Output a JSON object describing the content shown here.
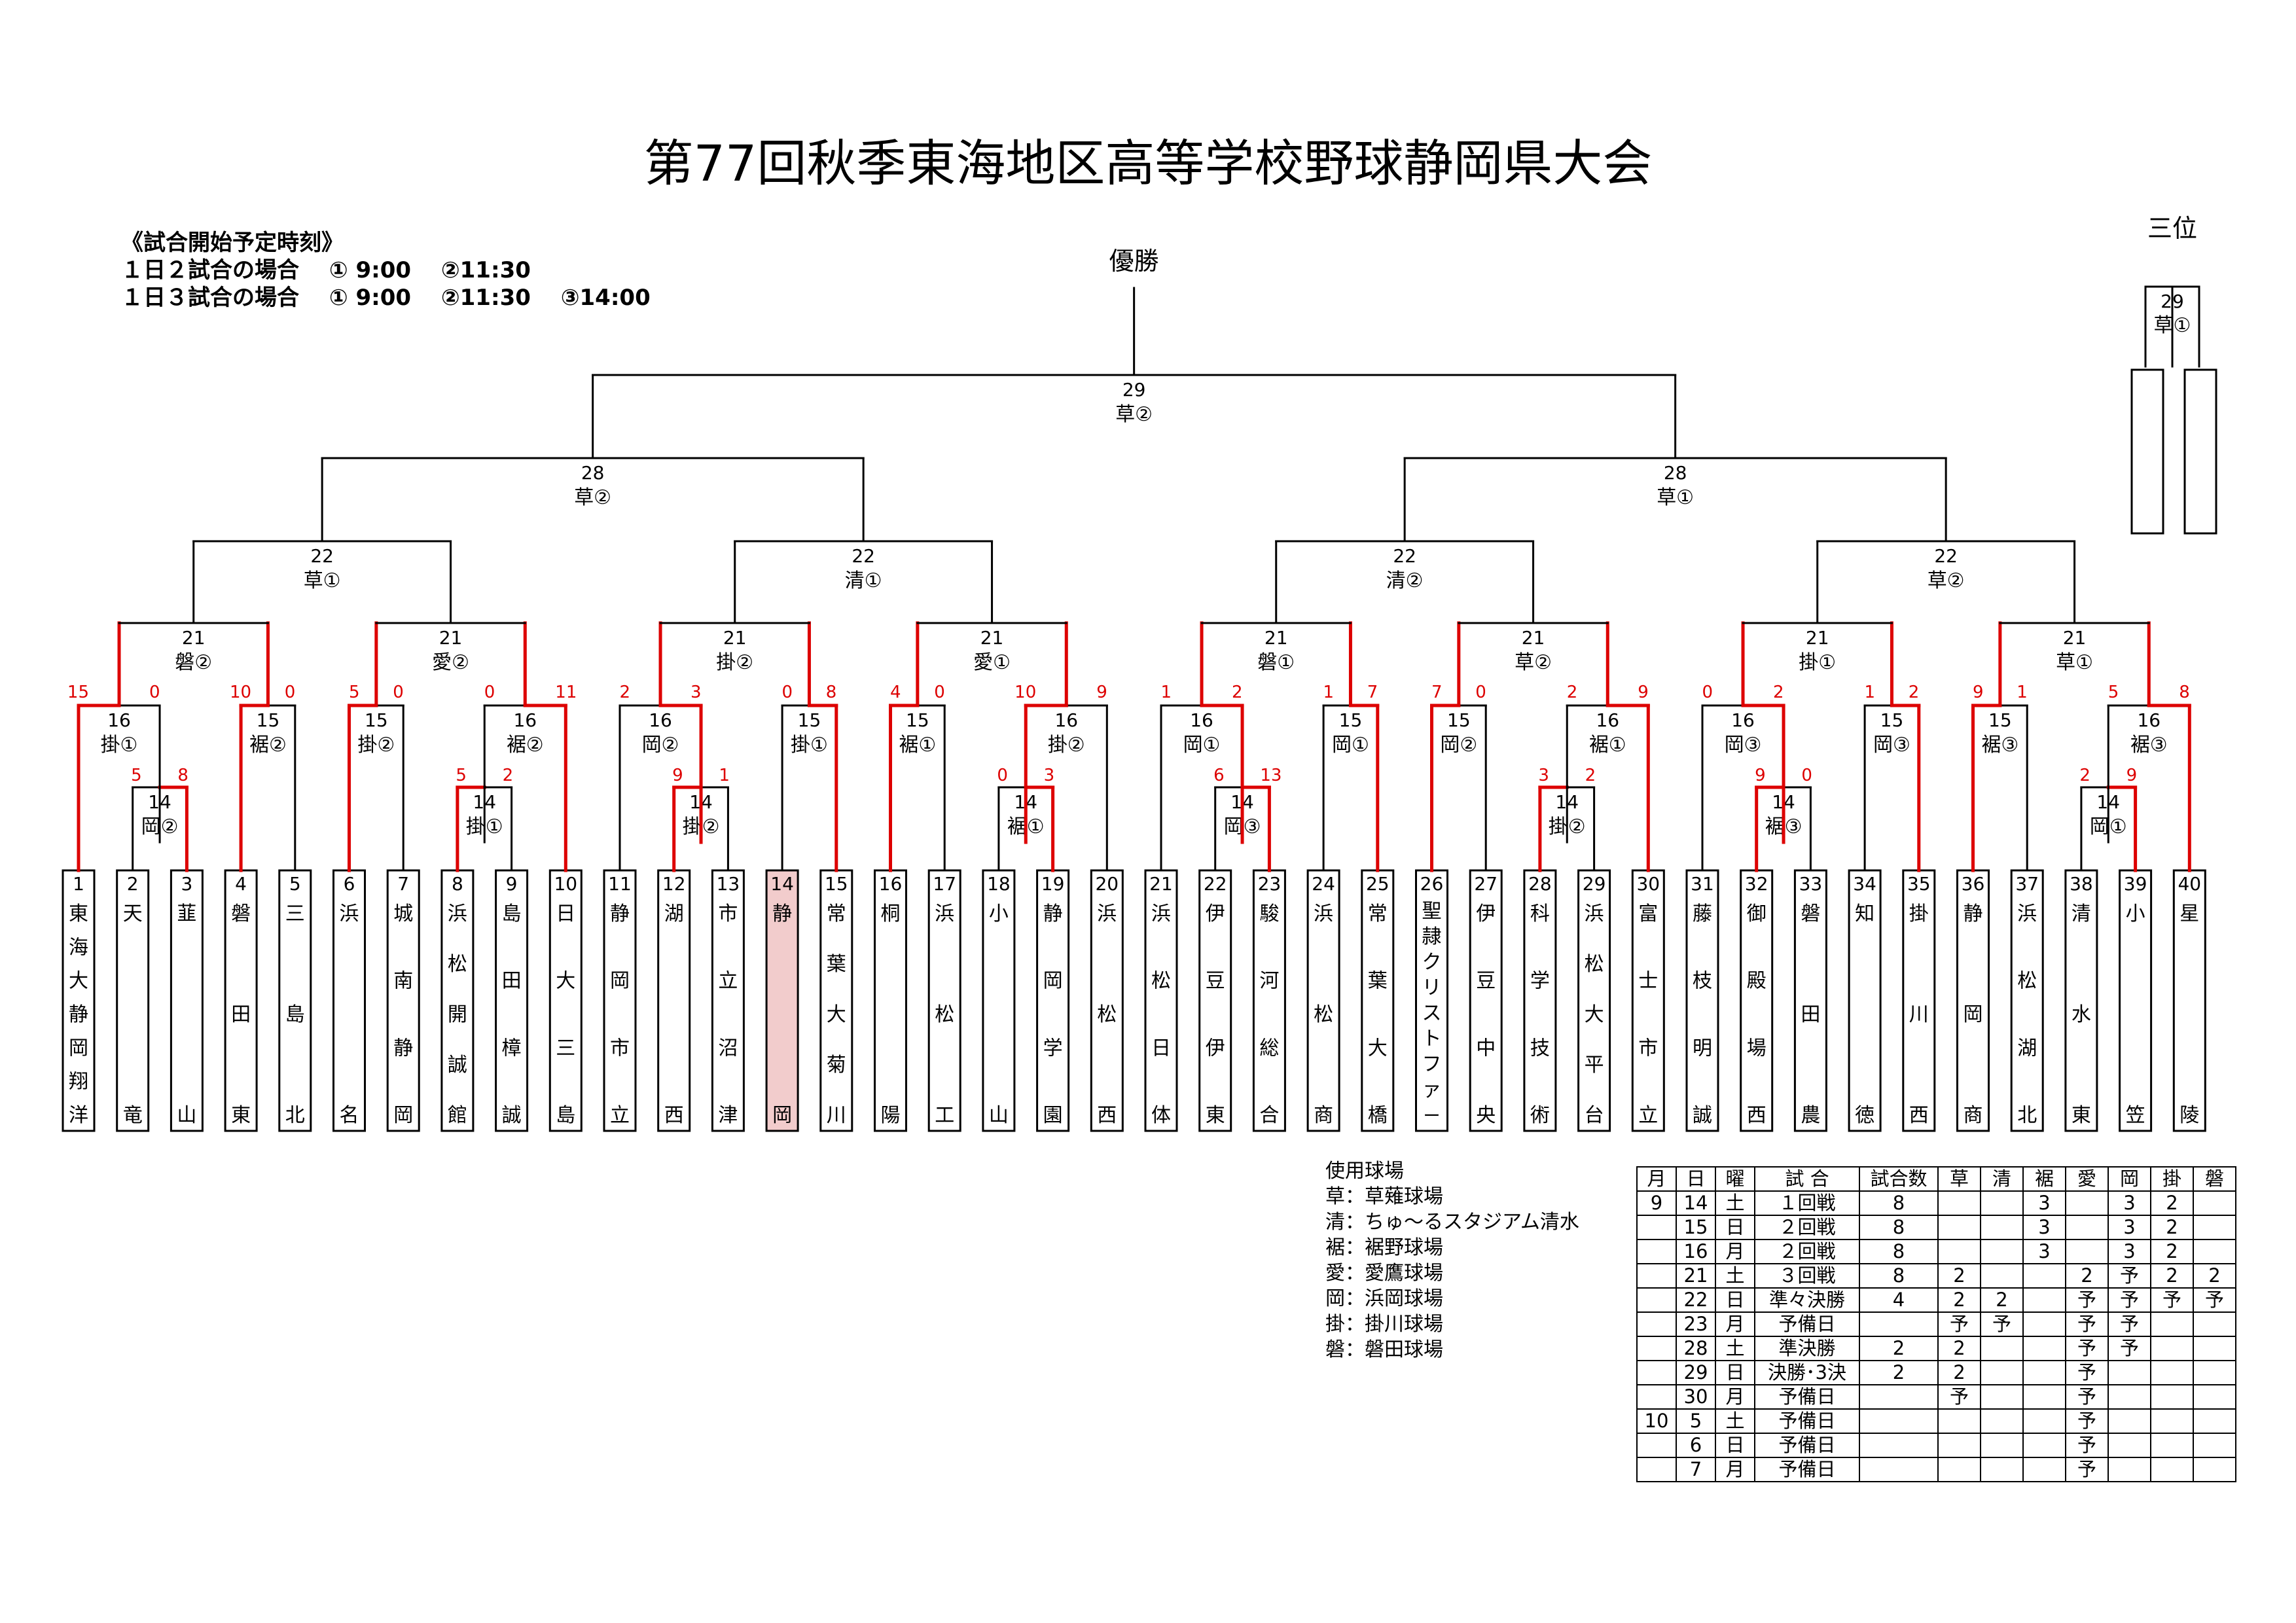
{
  "title": "第77回秋季東海地区高等学校野球静岡県大会",
  "schedule_note": {
    "heading": "《試合開始予定時刻》",
    "line1": "１日２試合の場合　 ① 9:00　 ②11:30",
    "line2": "１日３試合の場合　 ① 9:00　 ②11:30　 ③14:00"
  },
  "champion_label": "優勝",
  "third_label": "三位",
  "teams": [
    {
      "no": "1",
      "name": "東海大静岡翔洋"
    },
    {
      "no": "2",
      "name": "天竜"
    },
    {
      "no": "3",
      "name": "韮山"
    },
    {
      "no": "4",
      "name": "磐田東"
    },
    {
      "no": "5",
      "name": "三島北"
    },
    {
      "no": "6",
      "name": "浜名"
    },
    {
      "no": "7",
      "name": "城南静岡"
    },
    {
      "no": "8",
      "name": "浜松開誠館"
    },
    {
      "no": "9",
      "name": "島田樟誠"
    },
    {
      "no": "10",
      "name": "日大三島"
    },
    {
      "no": "11",
      "name": "静岡市立"
    },
    {
      "no": "12",
      "name": "湖西"
    },
    {
      "no": "13",
      "name": "市立沼津"
    },
    {
      "no": "14",
      "name": "静岡"
    },
    {
      "no": "15",
      "name": "常葉大菊川"
    },
    {
      "no": "16",
      "name": "桐陽"
    },
    {
      "no": "17",
      "name": "浜松工"
    },
    {
      "no": "18",
      "name": "小山"
    },
    {
      "no": "19",
      "name": "静岡学園"
    },
    {
      "no": "20",
      "name": "浜松西"
    },
    {
      "no": "21",
      "name": "浜松日体"
    },
    {
      "no": "22",
      "name": "伊豆伊東"
    },
    {
      "no": "23",
      "name": "駿河総合"
    },
    {
      "no": "24",
      "name": "浜松商"
    },
    {
      "no": "25",
      "name": "常葉大橋"
    },
    {
      "no": "26",
      "name": "聖隷クリストファー"
    },
    {
      "no": "27",
      "name": "伊豆中央"
    },
    {
      "no": "28",
      "name": "科学技術"
    },
    {
      "no": "29",
      "name": "浜松大平台"
    },
    {
      "no": "30",
      "name": "富士市立"
    },
    {
      "no": "31",
      "name": "藤枝明誠"
    },
    {
      "no": "32",
      "name": "御殿場西"
    },
    {
      "no": "33",
      "name": "磐田農"
    },
    {
      "no": "34",
      "name": "知徳"
    },
    {
      "no": "35",
      "name": "掛川西"
    },
    {
      "no": "36",
      "name": "静岡商"
    },
    {
      "no": "37",
      "name": "浜松湖北"
    },
    {
      "no": "38",
      "name": "清水東"
    },
    {
      "no": "39",
      "name": "小笠"
    },
    {
      "no": "40",
      "name": "星陵"
    }
  ],
  "highlight_team": "14",
  "matches": {
    "r14": [
      {
        "date": "14",
        "venue": "岡②",
        "top": "5",
        "bot": "8",
        "w": "bot"
      },
      {
        "date": "14",
        "venue": "掛①",
        "top": "5",
        "bot": "2",
        "w": "top"
      },
      {
        "date": "14",
        "venue": "掛②",
        "top": "9",
        "bot": "1",
        "w": "top"
      },
      {
        "date": "14",
        "venue": "裾①",
        "top": "0",
        "bot": "3",
        "w": "bot"
      },
      {
        "date": "14",
        "venue": "岡③",
        "top": "6",
        "bot": "13",
        "w": "bot"
      },
      {
        "date": "14",
        "venue": "掛②",
        "top": "3",
        "bot": "2",
        "w": "top"
      },
      {
        "date": "14",
        "venue": "裾③",
        "top": "9",
        "bot": "0",
        "w": "top"
      },
      {
        "date": "14",
        "venue": "岡①",
        "top": "2",
        "bot": "9",
        "w": "bot"
      }
    ],
    "r2": [
      {
        "date": "16",
        "venue": "掛①",
        "top": "15",
        "bot": "0",
        "w": "top"
      },
      {
        "date": "15",
        "venue": "裾②",
        "top": "10",
        "bot": "0",
        "w": "top"
      },
      {
        "date": "15",
        "venue": "掛②",
        "top": "5",
        "bot": "0",
        "w": "top"
      },
      {
        "date": "16",
        "venue": "裾②",
        "top": "0",
        "bot": "11",
        "w": "bot"
      },
      {
        "date": "16",
        "venue": "岡②",
        "top": "2",
        "bot": "3",
        "w": "bot"
      },
      {
        "date": "15",
        "venue": "掛①",
        "top": "0",
        "bot": "8",
        "w": "bot"
      },
      {
        "date": "15",
        "venue": "裾①",
        "top": "4",
        "bot": "0",
        "w": "top"
      },
      {
        "date": "16",
        "venue": "掛②",
        "top": "10",
        "bot": "9",
        "w": "top"
      },
      {
        "date": "16",
        "venue": "岡①",
        "top": "1",
        "bot": "2",
        "w": "bot"
      },
      {
        "date": "15",
        "venue": "岡①",
        "top": "1",
        "bot": "7",
        "w": "bot"
      },
      {
        "date": "15",
        "venue": "岡②",
        "top": "7",
        "bot": "0",
        "w": "top"
      },
      {
        "date": "16",
        "venue": "裾①",
        "top": "2",
        "bot": "9",
        "w": "bot"
      },
      {
        "date": "16",
        "venue": "岡③",
        "top": "0",
        "bot": "2",
        "w": "bot"
      },
      {
        "date": "15",
        "venue": "岡③",
        "top": "1",
        "bot": "2",
        "w": "bot"
      },
      {
        "date": "15",
        "venue": "裾③",
        "top": "9",
        "bot": "1",
        "w": "top"
      },
      {
        "date": "16",
        "venue": "裾③",
        "top": "5",
        "bot": "8",
        "w": "bot"
      }
    ],
    "r3": [
      {
        "date": "21",
        "venue": "磐②"
      },
      {
        "date": "21",
        "venue": "愛②"
      },
      {
        "date": "21",
        "venue": "掛②"
      },
      {
        "date": "21",
        "venue": "愛①"
      },
      {
        "date": "21",
        "venue": "磐①"
      },
      {
        "date": "21",
        "venue": "草②"
      },
      {
        "date": "21",
        "venue": "掛①"
      },
      {
        "date": "21",
        "venue": "草①"
      }
    ],
    "qf": [
      {
        "date": "22",
        "venue": "草①"
      },
      {
        "date": "22",
        "venue": "清①"
      },
      {
        "date": "22",
        "venue": "清②"
      },
      {
        "date": "22",
        "venue": "草②"
      }
    ],
    "sf": [
      {
        "date": "28",
        "venue": "草②"
      },
      {
        "date": "28",
        "venue": "草①"
      }
    ],
    "final": {
      "date": "29",
      "venue": "草②"
    },
    "third": {
      "date": "29",
      "venue": "草①"
    }
  },
  "legend": {
    "heading": "使用球場",
    "items": [
      "草：草薙球場",
      "清：ちゅ～るスタジアム清水",
      "裾：裾野球場",
      "愛：愛鷹球場",
      "岡：浜岡球場",
      "掛：掛川球場",
      "磐：磐田球場"
    ]
  },
  "schedule_table": {
    "header": [
      "月",
      "日",
      "曜",
      "試 合",
      "試合数",
      "草",
      "清",
      "裾",
      "愛",
      "岡",
      "掛",
      "磐"
    ],
    "rows": [
      [
        "9",
        "14",
        "土",
        "１回戦",
        "8",
        "",
        "",
        "3",
        "",
        "3",
        "2",
        ""
      ],
      [
        "",
        "15",
        "日",
        "２回戦",
        "8",
        "",
        "",
        "3",
        "",
        "3",
        "2",
        ""
      ],
      [
        "",
        "16",
        "月",
        "２回戦",
        "8",
        "",
        "",
        "3",
        "",
        "3",
        "2",
        ""
      ],
      [
        "",
        "21",
        "土",
        "３回戦",
        "8",
        "2",
        "",
        "",
        "2",
        "予",
        "2",
        "2"
      ],
      [
        "",
        "22",
        "日",
        "準々決勝",
        "4",
        "2",
        "2",
        "",
        "予",
        "予",
        "予",
        "予"
      ],
      [
        "",
        "23",
        "月",
        "予備日",
        "",
        "予",
        "予",
        "",
        "予",
        "予",
        "",
        ""
      ],
      [
        "",
        "28",
        "土",
        "準決勝",
        "2",
        "2",
        "",
        "",
        "予",
        "予",
        "",
        ""
      ],
      [
        "",
        "29",
        "日",
        "決勝･3決",
        "2",
        "2",
        "",
        "",
        "予",
        "",
        "",
        ""
      ],
      [
        "",
        "30",
        "月",
        "予備日",
        "",
        "予",
        "",
        "",
        "予",
        "",
        "",
        ""
      ],
      [
        "10",
        "5",
        "土",
        "予備日",
        "",
        "",
        "",
        "",
        "予",
        "",
        "",
        ""
      ],
      [
        "",
        "6",
        "日",
        "予備日",
        "",
        "",
        "",
        "",
        "予",
        "",
        "",
        ""
      ],
      [
        "",
        "7",
        "月",
        "予備日",
        "",
        "",
        "",
        "",
        "予",
        "",
        "",
        ""
      ]
    ]
  },
  "colors": {
    "win": "#dd0000",
    "line": "#000000",
    "highlight": "#f2cccc"
  }
}
